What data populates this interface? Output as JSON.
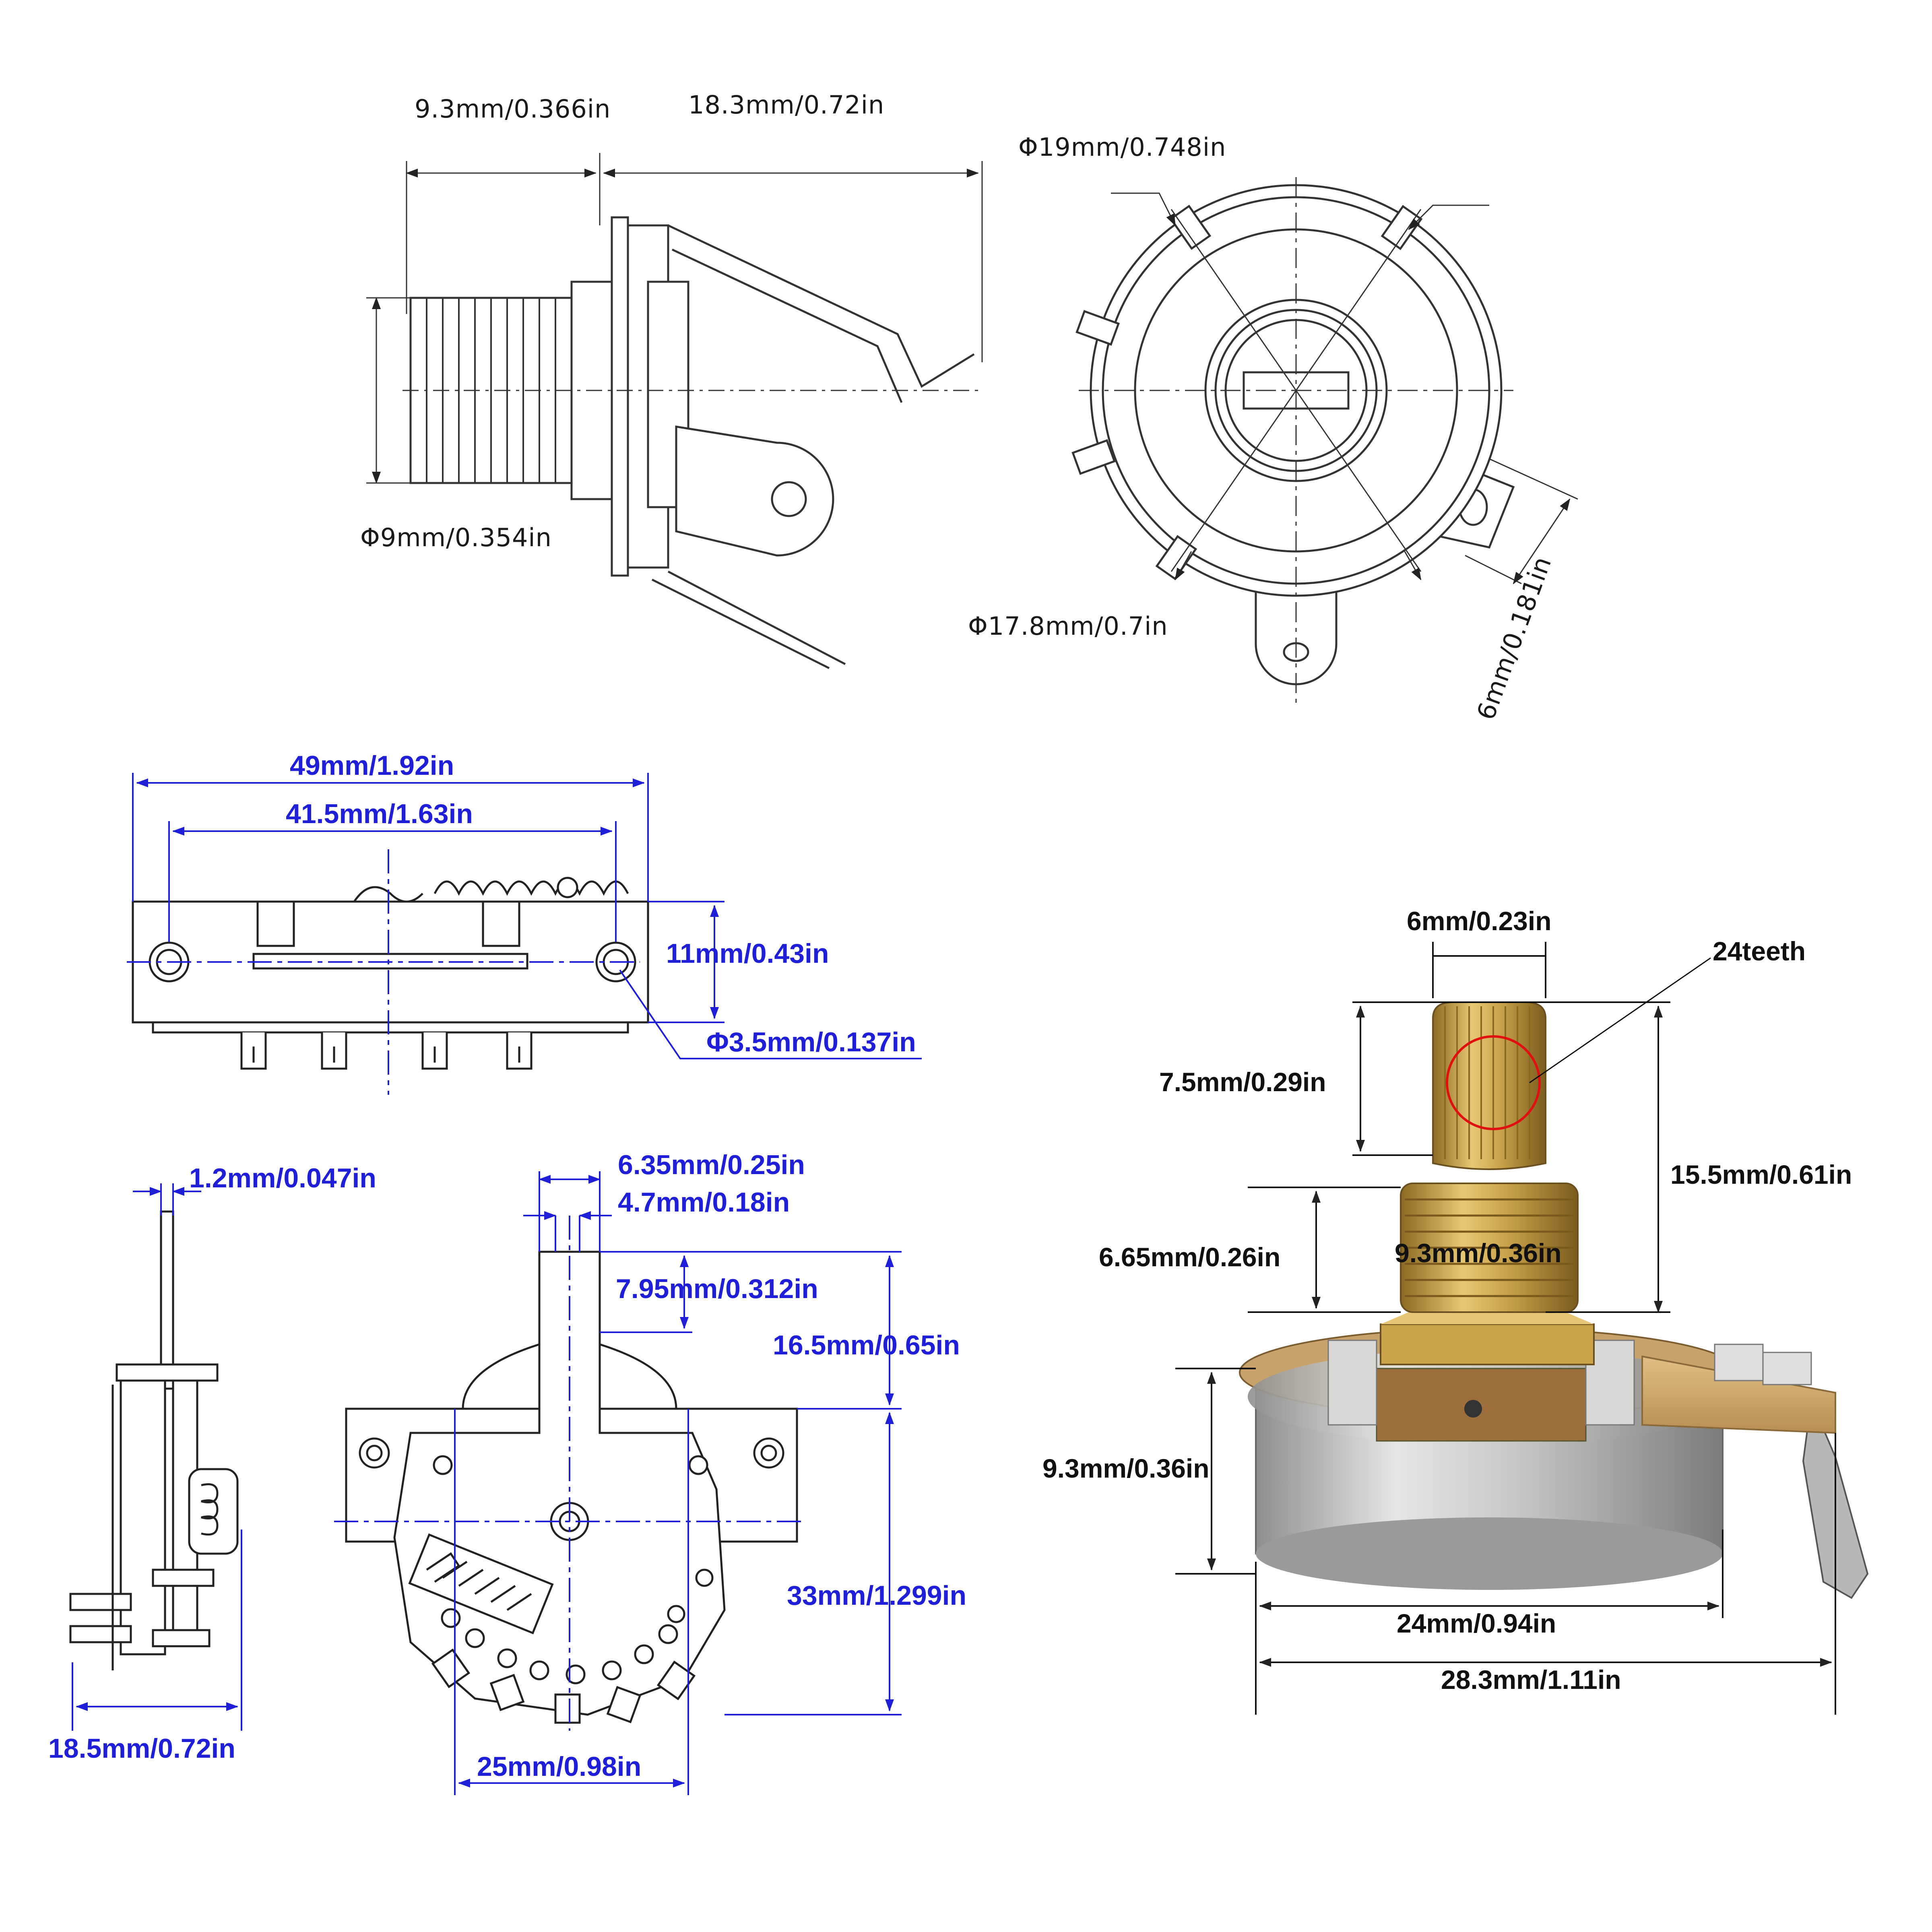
{
  "colors": {
    "line_drawing": "#333333",
    "dimension_blue": "#1f1fd8",
    "brass": "#c9a24a",
    "nickel_can": "#c8c8c6",
    "phenolic_board": "#c8a165"
  },
  "jack": {
    "body_length": "9.3mm/0.366in",
    "lug_length": "18.3mm/0.72in",
    "flange_diameter": "Φ19mm/0.748in",
    "thread_diameter": "Φ9mm/0.354in",
    "ring_diameter": "Φ17.8mm/0.7in",
    "lug_width": "6mm/0.181in"
  },
  "switch": {
    "overall_length": "49mm/1.92in",
    "hole_spacing": "41.5mm/1.63in",
    "plate_height": "11mm/0.43in",
    "hole_diameter": "Φ3.5mm/0.137in",
    "plate_thickness": "1.2mm/0.047in",
    "side_depth": "18.5mm/0.72in",
    "lever_width": "6.35mm/0.25in",
    "lever_inner_width": "4.7mm/0.18in",
    "lever_length": "7.95mm/0.312in",
    "lever_height": "16.5mm/0.65in",
    "body_height": "33mm/1.299in",
    "body_width": "25mm/0.98in"
  },
  "pot": {
    "shaft_diameter": "6mm/0.23in",
    "spline": "24teeth",
    "shaft_length": "7.5mm/0.29in",
    "total_shaft_height": "15.5mm/0.61in",
    "bushing_length": "6.65mm/0.26in",
    "bushing_thread": "9.3mm/0.36in",
    "can_height": "9.3mm/0.36in",
    "can_diameter": "24mm/0.94in",
    "overall_width": "28.3mm/1.11in"
  }
}
